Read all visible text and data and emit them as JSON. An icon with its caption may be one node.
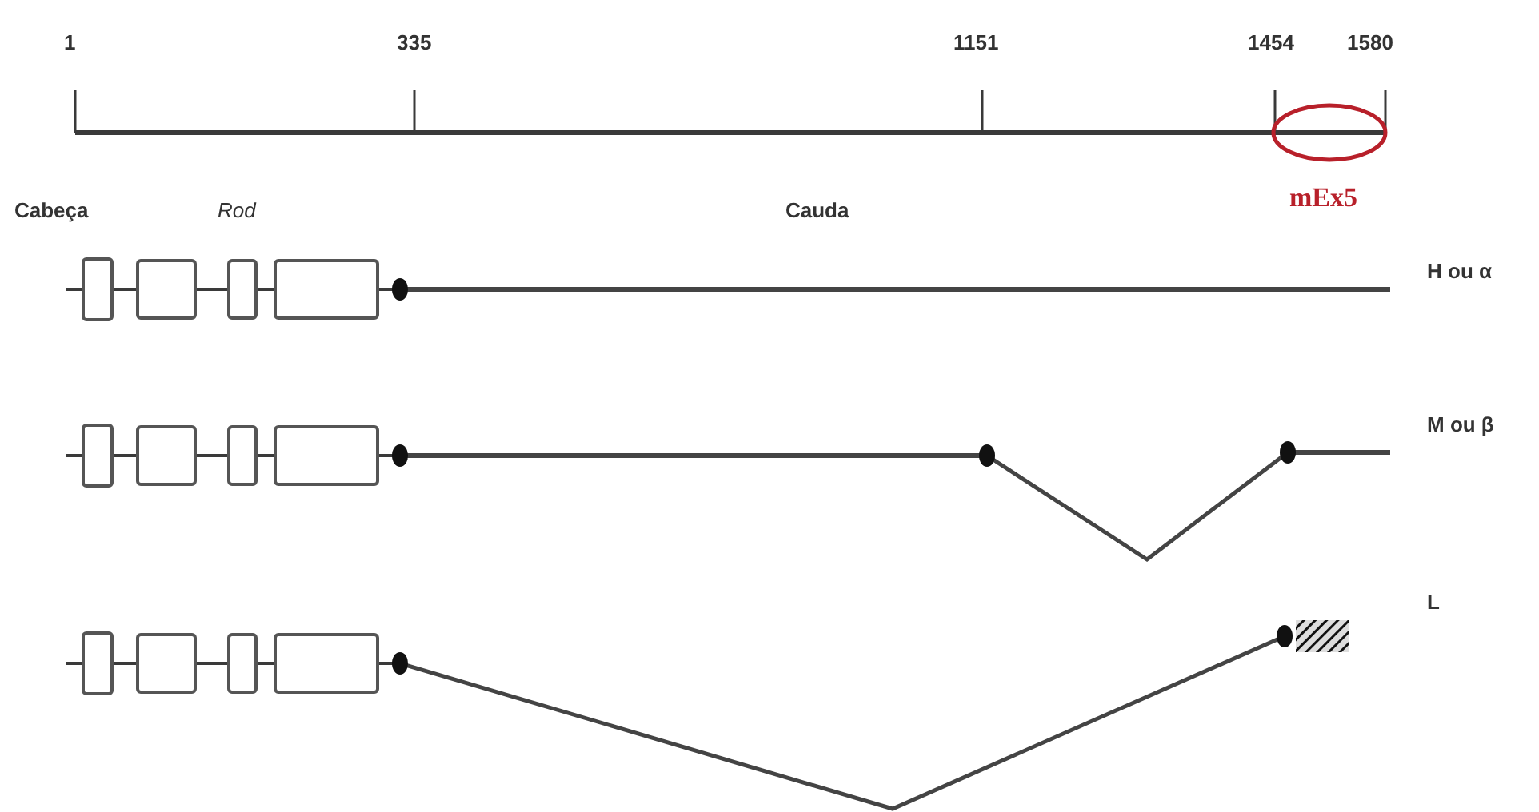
{
  "diagram": {
    "labels": [
      "1",
      "335",
      "1151",
      "1454",
      "1580",
      "Cabeça",
      "Rod",
      "Cauda",
      "mEx5",
      "H ou α",
      "M ou β",
      "L"
    ]
  }
}
